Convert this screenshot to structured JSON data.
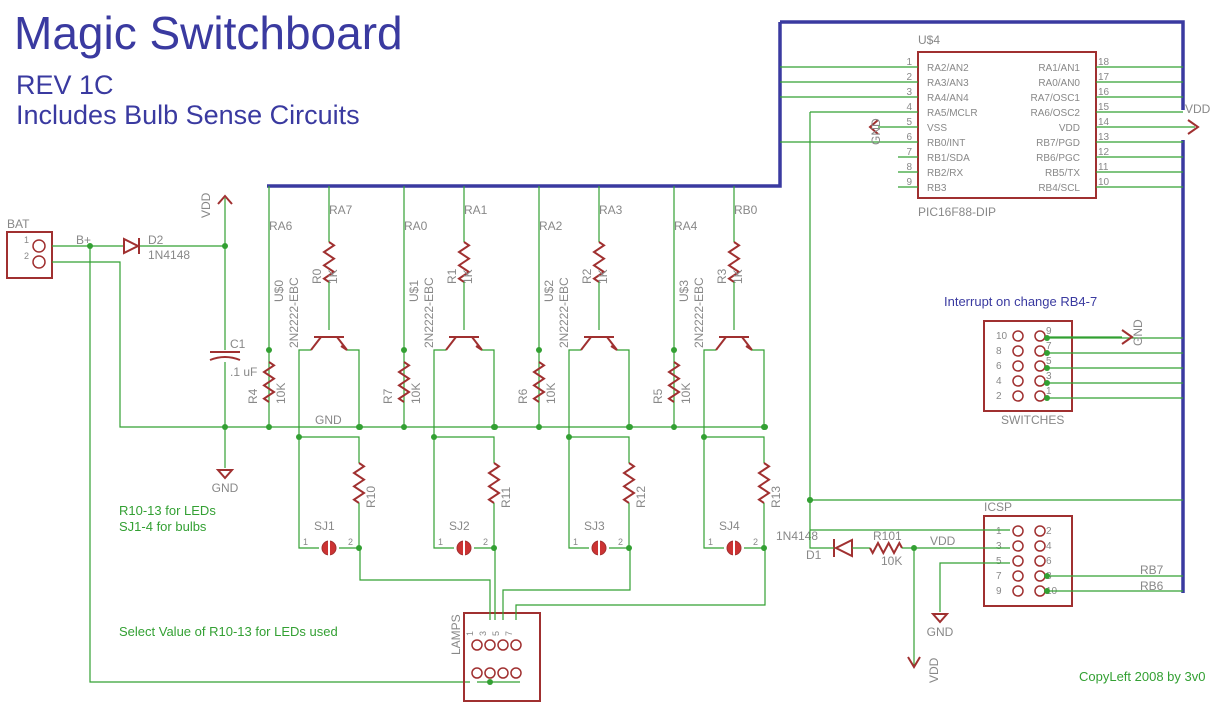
{
  "title": "Magic Switchboard",
  "revision": "REV 1C",
  "subtitle": "Includes Bulb Sense Circuits",
  "colors": {
    "wire": "#33a033",
    "part": "#a03030",
    "bus": "#3a3aa0",
    "label": "#888888",
    "junction": "#33a033"
  },
  "notes": {
    "interrupt": "Interrupt on change RB4-7",
    "leds": "R10-13 for LEDs",
    "bulbs": "SJ1-4 for bulbs",
    "select": "Select Value of R10-13 for LEDs used",
    "copyleft": "CopyLeft 2008 by 3v0"
  },
  "battery": {
    "name": "BAT",
    "net": "B+",
    "pins": [
      "1",
      "2"
    ]
  },
  "diode_d2": {
    "name": "D2",
    "value": "1N4148"
  },
  "cap_c1": {
    "name": "C1",
    "value": ".1 uF"
  },
  "supply": {
    "vdd": "VDD",
    "gnd": "GND"
  },
  "drivers": [
    {
      "net": "RA6",
      "base_net": "RA7",
      "rb": "R0",
      "rb_val": "1K",
      "q": "U$0",
      "q_part": "2N2222-EBC",
      "rp": "R4",
      "rp_val": "10K",
      "rl": "R10",
      "sj": "SJ1"
    },
    {
      "net": "RA0",
      "base_net": "RA1",
      "rb": "R1",
      "rb_val": "1K",
      "q": "U$1",
      "q_part": "2N2222-EBC",
      "rp": "R7",
      "rp_val": "10K",
      "rl": "R11",
      "sj": "SJ2"
    },
    {
      "net": "RA2",
      "base_net": "RA3",
      "rb": "R2",
      "rb_val": "1K",
      "q": "U$2",
      "q_part": "2N2222-EBC",
      "rp": "R6",
      "rp_val": "10K",
      "rl": "R12",
      "sj": "SJ3"
    },
    {
      "net": "RA4",
      "base_net": "RB0",
      "rb": "R3",
      "rb_val": "1K",
      "q": "U$3",
      "q_part": "2N2222-EBC",
      "rp": "R5",
      "rp_val": "10K",
      "rl": "R13",
      "sj": "SJ4"
    }
  ],
  "sj_pins": [
    "1",
    "2"
  ],
  "mcu": {
    "name": "U$4",
    "part": "PIC16F88-DIP",
    "left_pins": [
      {
        "num": "1",
        "label": "RA2/AN2"
      },
      {
        "num": "2",
        "label": "RA3/AN3"
      },
      {
        "num": "3",
        "label": "RA4/AN4"
      },
      {
        "num": "4",
        "label": "RA5/MCLR"
      },
      {
        "num": "5",
        "label": "VSS"
      },
      {
        "num": "6",
        "label": "RB0/INT"
      },
      {
        "num": "7",
        "label": "RB1/SDA"
      },
      {
        "num": "8",
        "label": "RB2/RX"
      },
      {
        "num": "9",
        "label": "RB3"
      }
    ],
    "right_pins": [
      {
        "num": "18",
        "label": "RA1/AN1"
      },
      {
        "num": "17",
        "label": "RA0/AN0"
      },
      {
        "num": "16",
        "label": "RA7/OSC1"
      },
      {
        "num": "15",
        "label": "RA6/OSC2"
      },
      {
        "num": "14",
        "label": "VDD"
      },
      {
        "num": "13",
        "label": "RB7/PGD"
      },
      {
        "num": "12",
        "label": "RB6/PGC"
      },
      {
        "num": "11",
        "label": "RB5/TX"
      },
      {
        "num": "10",
        "label": "RB4/SCL"
      }
    ]
  },
  "switches": {
    "name": "SWITCHES",
    "pins_left": [
      "10",
      "8",
      "6",
      "4",
      "2"
    ],
    "pins_right": [
      "9",
      "7",
      "5",
      "3",
      "1"
    ]
  },
  "icsp": {
    "name": "ICSP",
    "pins_left": [
      "1",
      "3",
      "5",
      "7",
      "9"
    ],
    "pins_right": [
      "2",
      "4",
      "6",
      "8",
      "10"
    ],
    "nets": [
      "RB7",
      "RB6"
    ]
  },
  "d1": {
    "name": "D1",
    "value": "1N4148"
  },
  "r101": {
    "name": "R101",
    "value": "10K"
  },
  "lamps": {
    "name": "LAMPS",
    "pins": [
      "1",
      "3",
      "5",
      "7"
    ]
  }
}
